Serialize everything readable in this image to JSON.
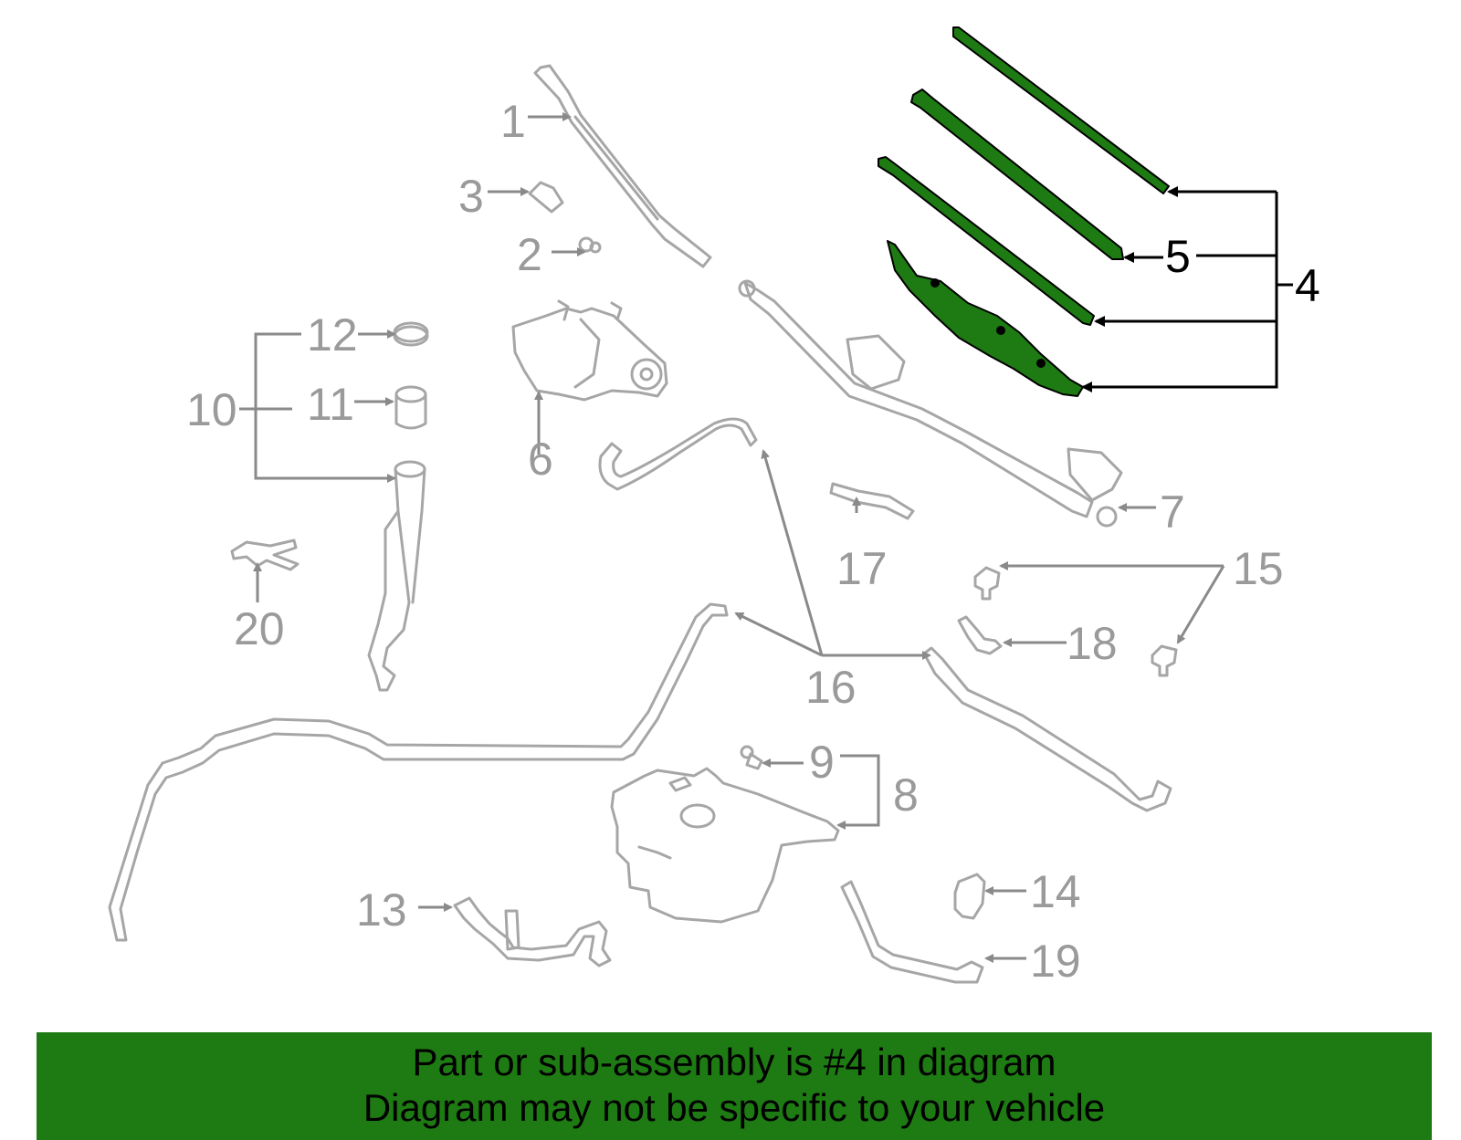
{
  "diagram": {
    "callouts": {
      "c1": "1",
      "c2": "2",
      "c3": "3",
      "c4": "4",
      "c5": "5",
      "c6": "6",
      "c7": "7",
      "c8": "8",
      "c9": "9",
      "c10": "10",
      "c11": "11",
      "c12": "12",
      "c13": "13",
      "c14": "14",
      "c15": "15",
      "c16": "16",
      "c17": "17",
      "c18": "18",
      "c19": "19",
      "c20": "20"
    },
    "highlight_color": "#1e7a12",
    "part_color": "#a6a6a6"
  },
  "banner": {
    "line1": "Part or sub-assembly is #4 in diagram",
    "line2": "Diagram may not be specific to your vehicle",
    "background": "#1e7a12"
  }
}
